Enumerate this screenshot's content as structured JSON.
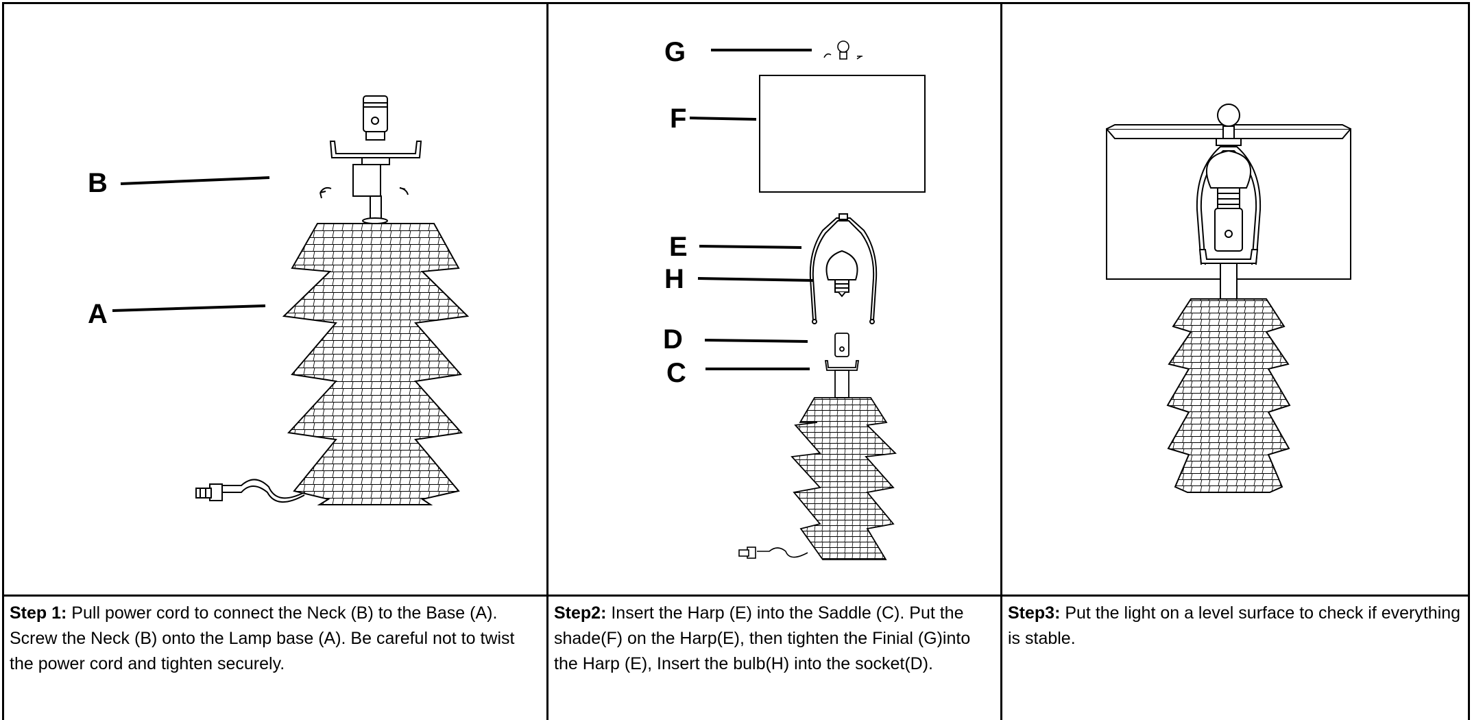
{
  "panels": [
    {
      "labels": {
        "B": "B",
        "A": "A"
      },
      "caption": {
        "step": "Step 1:",
        "text": " Pull power cord to connect the Neck (B) to the Base (A). Screw the Neck (B) onto the Lamp base (A). Be careful not to twist the power cord and tighten securely."
      }
    },
    {
      "labels": {
        "G": "G",
        "F": "F",
        "E": "E",
        "H": "H",
        "D": "D",
        "C": "C"
      },
      "caption": {
        "step": "Step2:",
        "text": " Insert the Harp (E) into the Saddle (C). Put the shade(F) on the Harp(E), then tighten the Finial (G)into the Harp (E), Insert the bulb(H) into the socket(D)."
      }
    },
    {
      "labels": {},
      "caption": {
        "step": "Step3:",
        "text": " Put the light on a level surface to check  if everything is stable."
      }
    }
  ],
  "colors": {
    "line": "#000000",
    "background": "#ffffff"
  }
}
